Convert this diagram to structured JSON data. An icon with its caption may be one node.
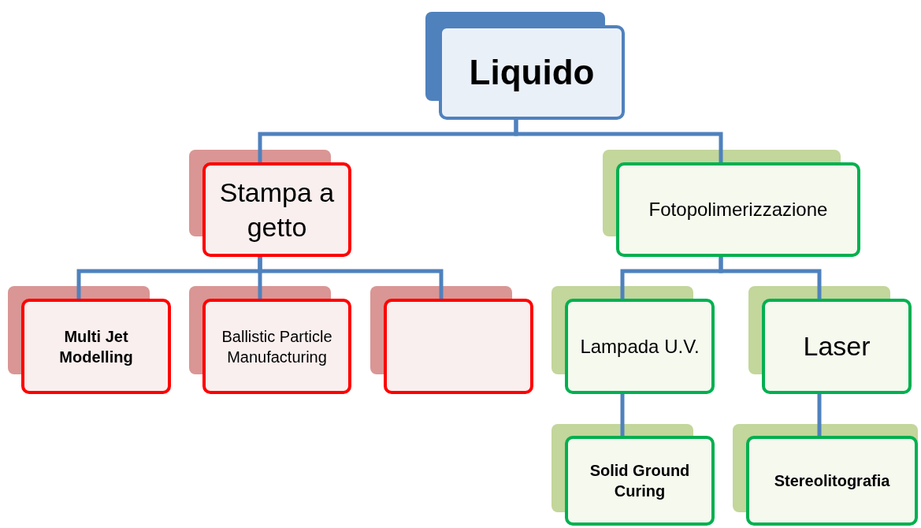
{
  "diagram": {
    "nodes": [
      {
        "text": [
          "Liquido"
        ]
      },
      {
        "text": [
          "Stampa a getto"
        ]
      },
      {
        "text": [
          "Fotopolimerizzazione"
        ]
      },
      {
        "text": [
          "Multi Jet Modelling"
        ]
      },
      {
        "text": [
          "Ballistic Particle Manufacturing"
        ]
      },
      {
        "text": [],
        "shape": "box"
      },
      {
        "text": [
          "Lampada U.V."
        ]
      },
      {
        "text": [
          "Laser"
        ]
      },
      {
        "text": [
          "Solid Ground Curing"
        ]
      },
      {
        "text": [
          "Stereolitografia"
        ]
      }
    ],
    "edges": [
      {
        "from": 0,
        "to": 1,
        "arrow": "none"
      },
      {
        "from": 0,
        "to": 2,
        "arrow": "none"
      },
      {
        "from": 1,
        "to": 3,
        "arrow": "none"
      },
      {
        "from": 1,
        "to": 4,
        "arrow": "none"
      },
      {
        "from": 1,
        "to": 5,
        "arrow": "none"
      },
      {
        "from": 2,
        "to": 6,
        "arrow": "none"
      },
      {
        "from": 2,
        "to": 7,
        "arrow": "none"
      },
      {
        "from": 6,
        "to": 8,
        "arrow": "none"
      },
      {
        "from": 7,
        "to": 9,
        "arrow": "none"
      }
    ]
  }
}
